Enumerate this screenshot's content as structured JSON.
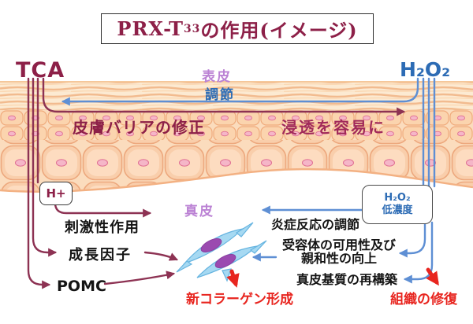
{
  "title": {
    "main": "PRX-T",
    "subscript": "33",
    "rest": " の作用(イメージ)"
  },
  "reagents": {
    "left": "TCA",
    "right": "H₂O₂"
  },
  "skin": {
    "epidermis": "表皮",
    "dermis": "真皮"
  },
  "effects": {
    "regulation": "調節",
    "barrier_fix": "皮膚バリアの修正",
    "easy_penetration": "浸透を容易に",
    "h_plus": "H+",
    "irritant_action": "刺激性作用",
    "growth_factor": "成長因子",
    "pomc": "POMC",
    "h2o2_low": {
      "line1": "H₂O₂",
      "line2": "低濃度"
    },
    "inflammation_regulation": "炎症反応の調節",
    "receptor_line1": "受容体の可用性及び",
    "receptor_line2": "親和性の向上",
    "matrix_rebuild": "真皮基質の再構築",
    "new_collagen": "新コラーゲン形成",
    "tissue_repair": "組織の修復"
  },
  "colors": {
    "maroon": "#8d2048",
    "pinkMaroon": "#a12a5a",
    "blue": "#2d6cb5",
    "arrowBlue": "#5e8fd4",
    "arrowMaroon": "#8d3253",
    "purple": "#bb82d4",
    "red": "#e8251f",
    "ink": "#141414"
  }
}
